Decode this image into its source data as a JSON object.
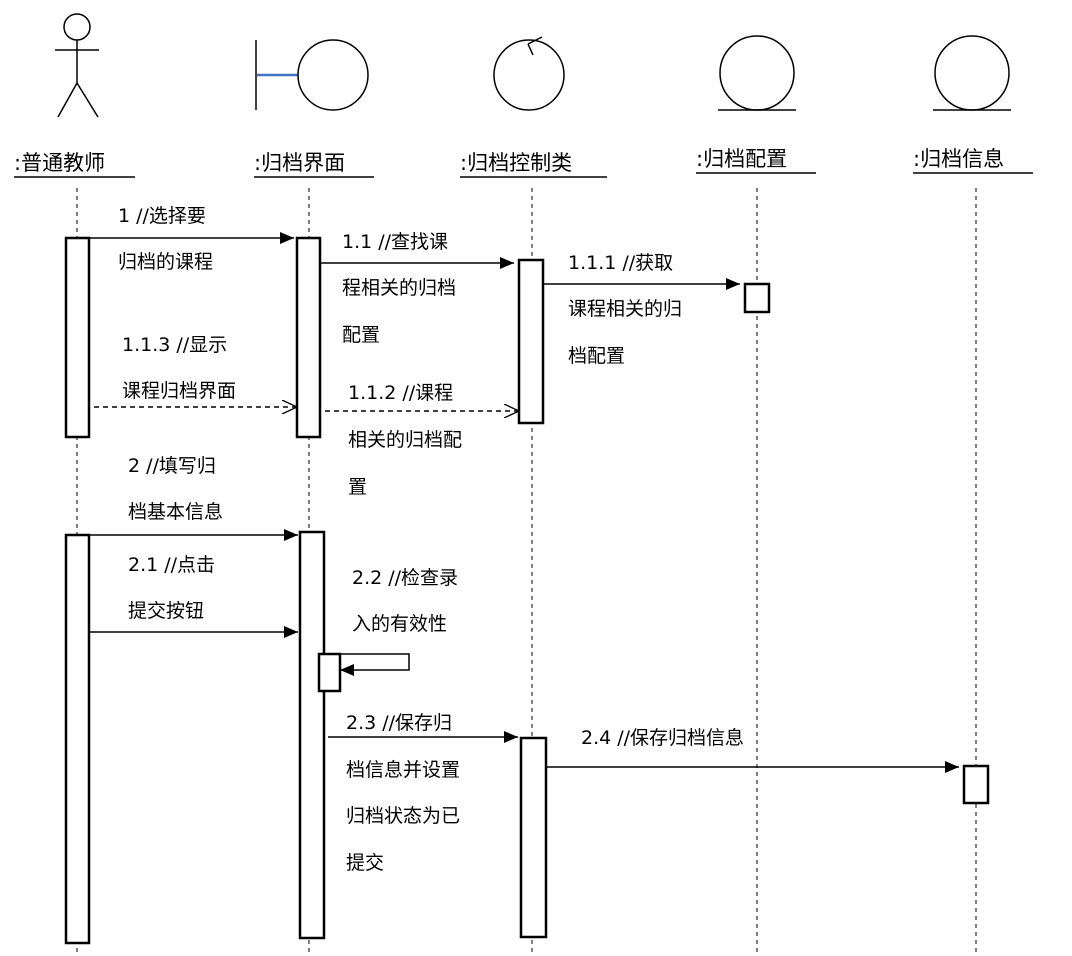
{
  "participants": [
    {
      "kind": "actor",
      "label": ":普通教师",
      "icon": "actor-icon"
    },
    {
      "kind": "boundary",
      "label": ":归档界面",
      "icon": "boundary-icon"
    },
    {
      "kind": "control",
      "label": ":归档控制类",
      "icon": "control-icon"
    },
    {
      "kind": "entity",
      "label": ":归档配置",
      "icon": "entity-icon"
    },
    {
      "kind": "entity",
      "label": ":归档信息",
      "icon": "entity-icon"
    }
  ],
  "messages": [
    {
      "id": "1",
      "lines": [
        "1 //选择要",
        "归档的课程"
      ],
      "type": "sync"
    },
    {
      "id": "1.1",
      "lines": [
        "1.1 //查找课",
        "程相关的归档",
        "配置"
      ],
      "type": "sync"
    },
    {
      "id": "1.1.1",
      "lines": [
        "1.1.1 //获取",
        "课程相关的归",
        "档配置"
      ],
      "type": "sync"
    },
    {
      "id": "1.1.2",
      "lines": [
        "1.1.2 //课程",
        "相关的归档配",
        "置"
      ],
      "type": "return"
    },
    {
      "id": "1.1.3",
      "lines": [
        "1.1.3 //显示",
        "课程归档界面"
      ],
      "type": "return"
    },
    {
      "id": "2",
      "lines": [
        "2 //填写归",
        "档基本信息"
      ],
      "type": "sync"
    },
    {
      "id": "2.1",
      "lines": [
        "2.1 //点击",
        "提交按钮"
      ],
      "type": "sync"
    },
    {
      "id": "2.2",
      "lines": [
        "2.2 //检查录",
        "入的有效性"
      ],
      "type": "self"
    },
    {
      "id": "2.3",
      "lines": [
        "2.3 //保存归",
        "档信息并设置",
        "归档状态为已",
        "提交"
      ],
      "type": "sync"
    },
    {
      "id": "2.4",
      "lines": [
        "2.4 //保存归档信息"
      ],
      "type": "sync"
    }
  ],
  "colors": {
    "line": "#000000",
    "boundary_accent": "#4472c4"
  }
}
